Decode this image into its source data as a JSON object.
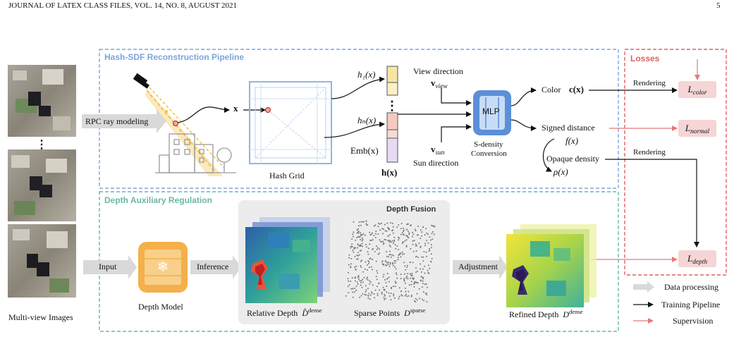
{
  "header": {
    "journal": "JOURNAL OF LATEX CLASS FILES, VOL. 14, NO. 8, AUGUST 2021",
    "page_number": "5"
  },
  "sections": {
    "pipeline_title": "Hash-SDF Reconstruction Pipeline",
    "depth_title": "Depth Auxiliary Regulation",
    "losses_title": "Losses",
    "depth_fusion_title": "Depth Fusion"
  },
  "inputs": {
    "caption": "Multi-view Images",
    "ellipsis": "⋮"
  },
  "pipeline": {
    "rpc_label": "RPC ray modeling",
    "x_symbol": "x",
    "hash_grid_label": "Hash Grid",
    "h1": "h₁(x)",
    "hn": "hₙ(x)",
    "emb": "Emb(x)",
    "hx": "h(x)",
    "dots": "⋮",
    "view_direction": "View direction",
    "v_view": "v",
    "v_view_sub": "view",
    "v_sun": "v",
    "v_sun_sub": "sun",
    "sun_direction": "Sun direction",
    "mlp": "MLP",
    "s_density": "S-density",
    "conversion": "Conversion",
    "color_label": "Color",
    "color_symbol": "c(x)",
    "signed_distance": "Signed distance",
    "f_x": "f(x)",
    "opaque_density": "Opaque density",
    "rho_x": "ρ(x)",
    "rendering_1": "Rendering",
    "rendering_2": "Rendering"
  },
  "depth": {
    "input_label": "Input",
    "depth_model": "Depth Model",
    "inference": "Inference",
    "relative_depth": "Relative Depth",
    "relative_symbol": "D̂",
    "relative_sup": "dense",
    "sparse_points": "Sparse Points",
    "sparse_symbol": "D",
    "sparse_sup": "sparse",
    "adjustment": "Adjustment",
    "refined_depth": "Refined Depth",
    "refined_symbol": "D",
    "refined_sup": "dense"
  },
  "losses": {
    "color": "L",
    "color_sub": "color",
    "normal": "L",
    "normal_sub": "normal",
    "depth": "L",
    "depth_sub": "depth"
  },
  "legend": {
    "data_processing": "Data processing",
    "training_pipeline": "Training Pipeline",
    "supervision": "Supervision"
  },
  "colors": {
    "pipeline_border": "#7aa6dc",
    "depth_border": "#6ab7a6",
    "loss_border": "#e06060",
    "hash_grid": "#8fb4e4",
    "mlp": "#5b8fd8",
    "depth_model": "#f4b04a",
    "loss_box": "#f5d5d5",
    "gray_arrow": "#d9d9d9",
    "supervision": "#e87878"
  }
}
